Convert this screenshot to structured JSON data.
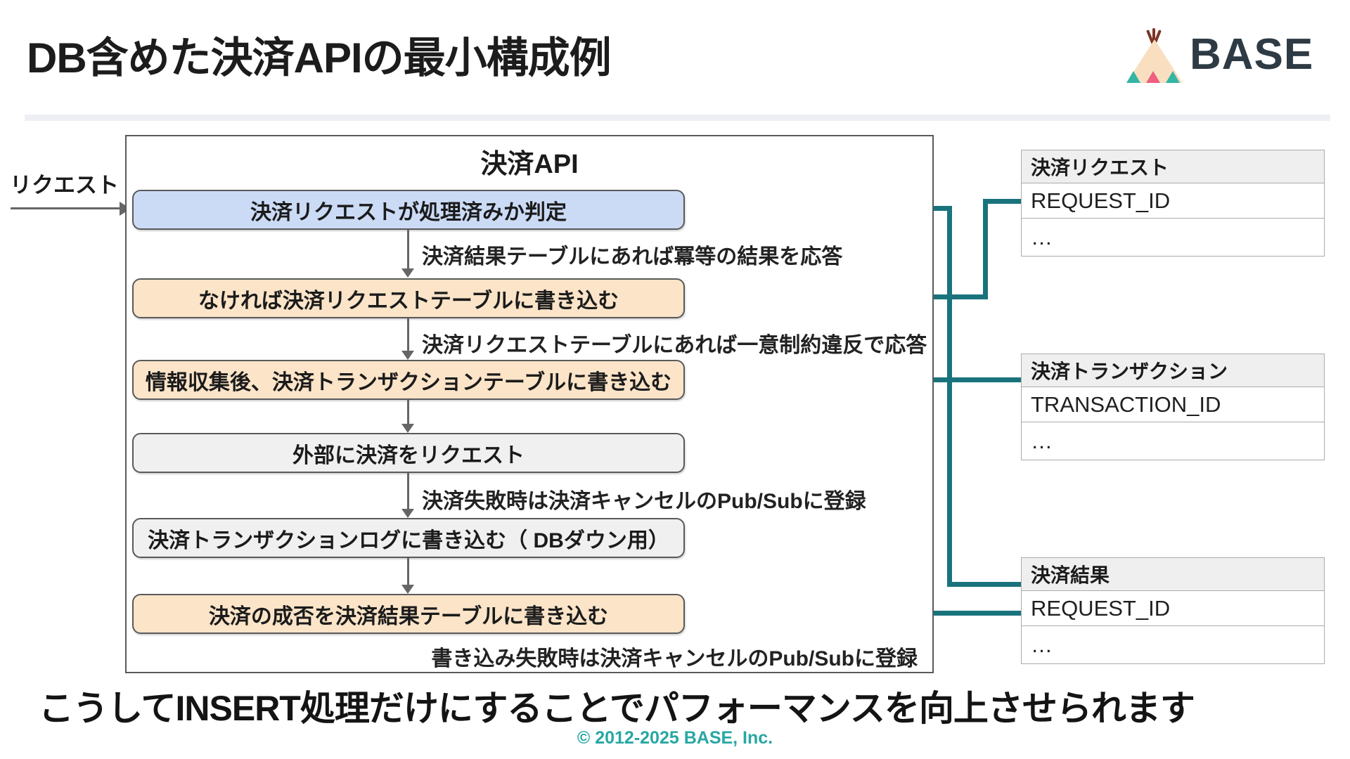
{
  "colors": {
    "accent_teal": "#19737c",
    "box_blue": "#cbdbf6",
    "box_orange": "#fbe4c8",
    "box_gray": "#f0f0f0",
    "box_border": "#5a5a5a",
    "footer_teal": "#28a7a3",
    "logo_navy": "#2e3b44",
    "arrow_gray": "#666666",
    "divider": "#edeff4",
    "text_dark": "#1b1b1b"
  },
  "header": {
    "title": "DB含めた決済APIの最小構成例",
    "logo_text": "BASE"
  },
  "request": {
    "label": "リクエスト"
  },
  "api_container": {
    "title": "決済API",
    "boxes": [
      {
        "label": "決済リクエストが処理済みか判定",
        "type": "blue"
      },
      {
        "label": "なければ決済リクエストテーブルに書き込む",
        "type": "orange"
      },
      {
        "label": "情報収集後、決済トランザクションテーブルに書き込む",
        "type": "orange"
      },
      {
        "label": "外部に決済をリクエスト",
        "type": "gray"
      },
      {
        "label": "決済トランザクションログに書き込む（ DBダウン用）",
        "type": "gray"
      },
      {
        "label": "決済の成否を決済結果テーブルに書き込む",
        "type": "orange"
      }
    ],
    "edge_labels": [
      "決済結果テーブルにあれば冪等の結果を応答",
      "決済リクエストテーブルにあれば一意制約違反で応答",
      "決済失敗時は決済キャンセルのPub/Subに登録",
      "書き込み失敗時は決済キャンセルのPub/Subに登録"
    ]
  },
  "tables": [
    {
      "title": "決済リクエスト",
      "rows": [
        "REQUEST_ID",
        "…"
      ]
    },
    {
      "title": "決済トランザクション",
      "rows": [
        "TRANSACTION_ID",
        "…"
      ]
    },
    {
      "title": "決済結果",
      "rows": [
        "REQUEST_ID",
        "…"
      ]
    }
  ],
  "conclusion": "こうしてINSERT処理だけにすることでパフォーマンスを向上させられます",
  "footer": "© 2012-2025 BASE, Inc."
}
